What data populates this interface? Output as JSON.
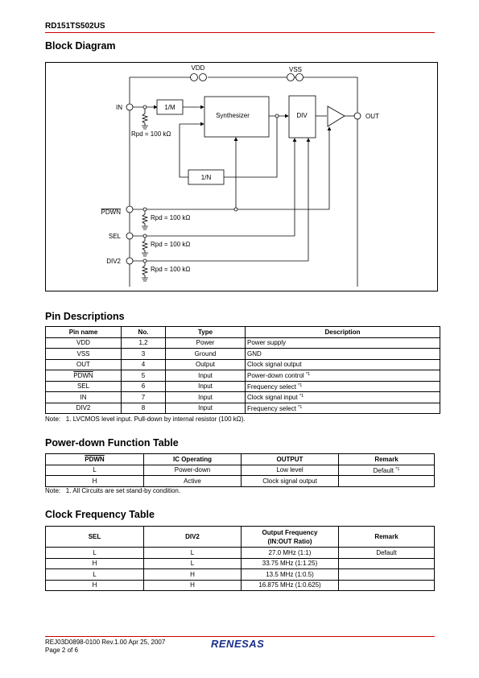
{
  "header": {
    "doc_title": "RD151TS502US"
  },
  "block_diagram": {
    "title": "Block Diagram",
    "labels": {
      "vdd": "VDD",
      "vss": "VSS",
      "in": "IN",
      "out": "OUT",
      "pdwn": "PDWN",
      "sel": "SEL",
      "div2": "DIV2",
      "div_m": "1/M",
      "div_n": "1/N",
      "synth": "Synthesizer",
      "div": "DIV",
      "rpd_in": "Rpd = 100 kΩ",
      "rpd_pdwn": "Rpd = 100 kΩ",
      "rpd_sel": "Rpd = 100 kΩ",
      "rpd_div2": "Rpd = 100 kΩ"
    }
  },
  "pin_descriptions": {
    "title": "Pin Descriptions",
    "headers": [
      "Pin name",
      "No.",
      "Type",
      "Description"
    ],
    "rows": [
      {
        "pin": "VDD",
        "no": "1,2",
        "type": "Power",
        "desc": "Power supply",
        "note": ""
      },
      {
        "pin": "VSS",
        "no": "3",
        "type": "Ground",
        "desc": "GND",
        "note": ""
      },
      {
        "pin": "OUT",
        "no": "4",
        "type": "Output",
        "desc": "Clock signal output",
        "note": ""
      },
      {
        "pin": "PDWN",
        "no": "5",
        "type": "Input",
        "desc": "Power-down control",
        "note": "*1"
      },
      {
        "pin": "SEL",
        "no": "6",
        "type": "Input",
        "desc": "Frequency select",
        "note": "*1"
      },
      {
        "pin": "IN",
        "no": "7",
        "type": "Input",
        "desc": "Clock signal input",
        "note": "*1"
      },
      {
        "pin": "DIV2",
        "no": "8",
        "type": "Input",
        "desc": "Frequency select",
        "note": "*1"
      }
    ],
    "note_label": "Note:",
    "note_text": "1.   LVCMOS level input. Pull-down by internal resistor (100 kΩ)."
  },
  "powerdown_table": {
    "title": "Power-down Function Table",
    "headers": [
      "PDWN",
      "IC Operating",
      "OUTPUT",
      "Remark"
    ],
    "rows": [
      {
        "pdwn": "L",
        "ic": "Power-down",
        "output": "Low level",
        "remark": "Default",
        "note": "*1"
      },
      {
        "pdwn": "H",
        "ic": "Active",
        "output": "Clock signal output",
        "remark": "",
        "note": ""
      }
    ],
    "note_label": "Note:",
    "note_text": "1.   All Circuits are set stand-by condition."
  },
  "clock_table": {
    "title": "Clock Frequency Table",
    "headers": [
      "SEL",
      "DIV2",
      "Output Frequency",
      "(IN:OUT Ratio)",
      "Remark"
    ],
    "rows": [
      {
        "sel": "L",
        "div2": "L",
        "freq": "27.0 MHz (1:1)",
        "remark": "Default"
      },
      {
        "sel": "H",
        "div2": "L",
        "freq": "33.75 MHz (1:1.25)",
        "remark": ""
      },
      {
        "sel": "L",
        "div2": "H",
        "freq": "13.5 MHz (1:0.5)",
        "remark": ""
      },
      {
        "sel": "H",
        "div2": "H",
        "freq": "16.875 MHz (1:0.625)",
        "remark": ""
      }
    ]
  },
  "footer": {
    "doc_ref": "REJ03D0898-0100  Rev.1.00  Apr 25, 2007",
    "page": "Page 2 of 6",
    "logo": "RENESAS"
  }
}
